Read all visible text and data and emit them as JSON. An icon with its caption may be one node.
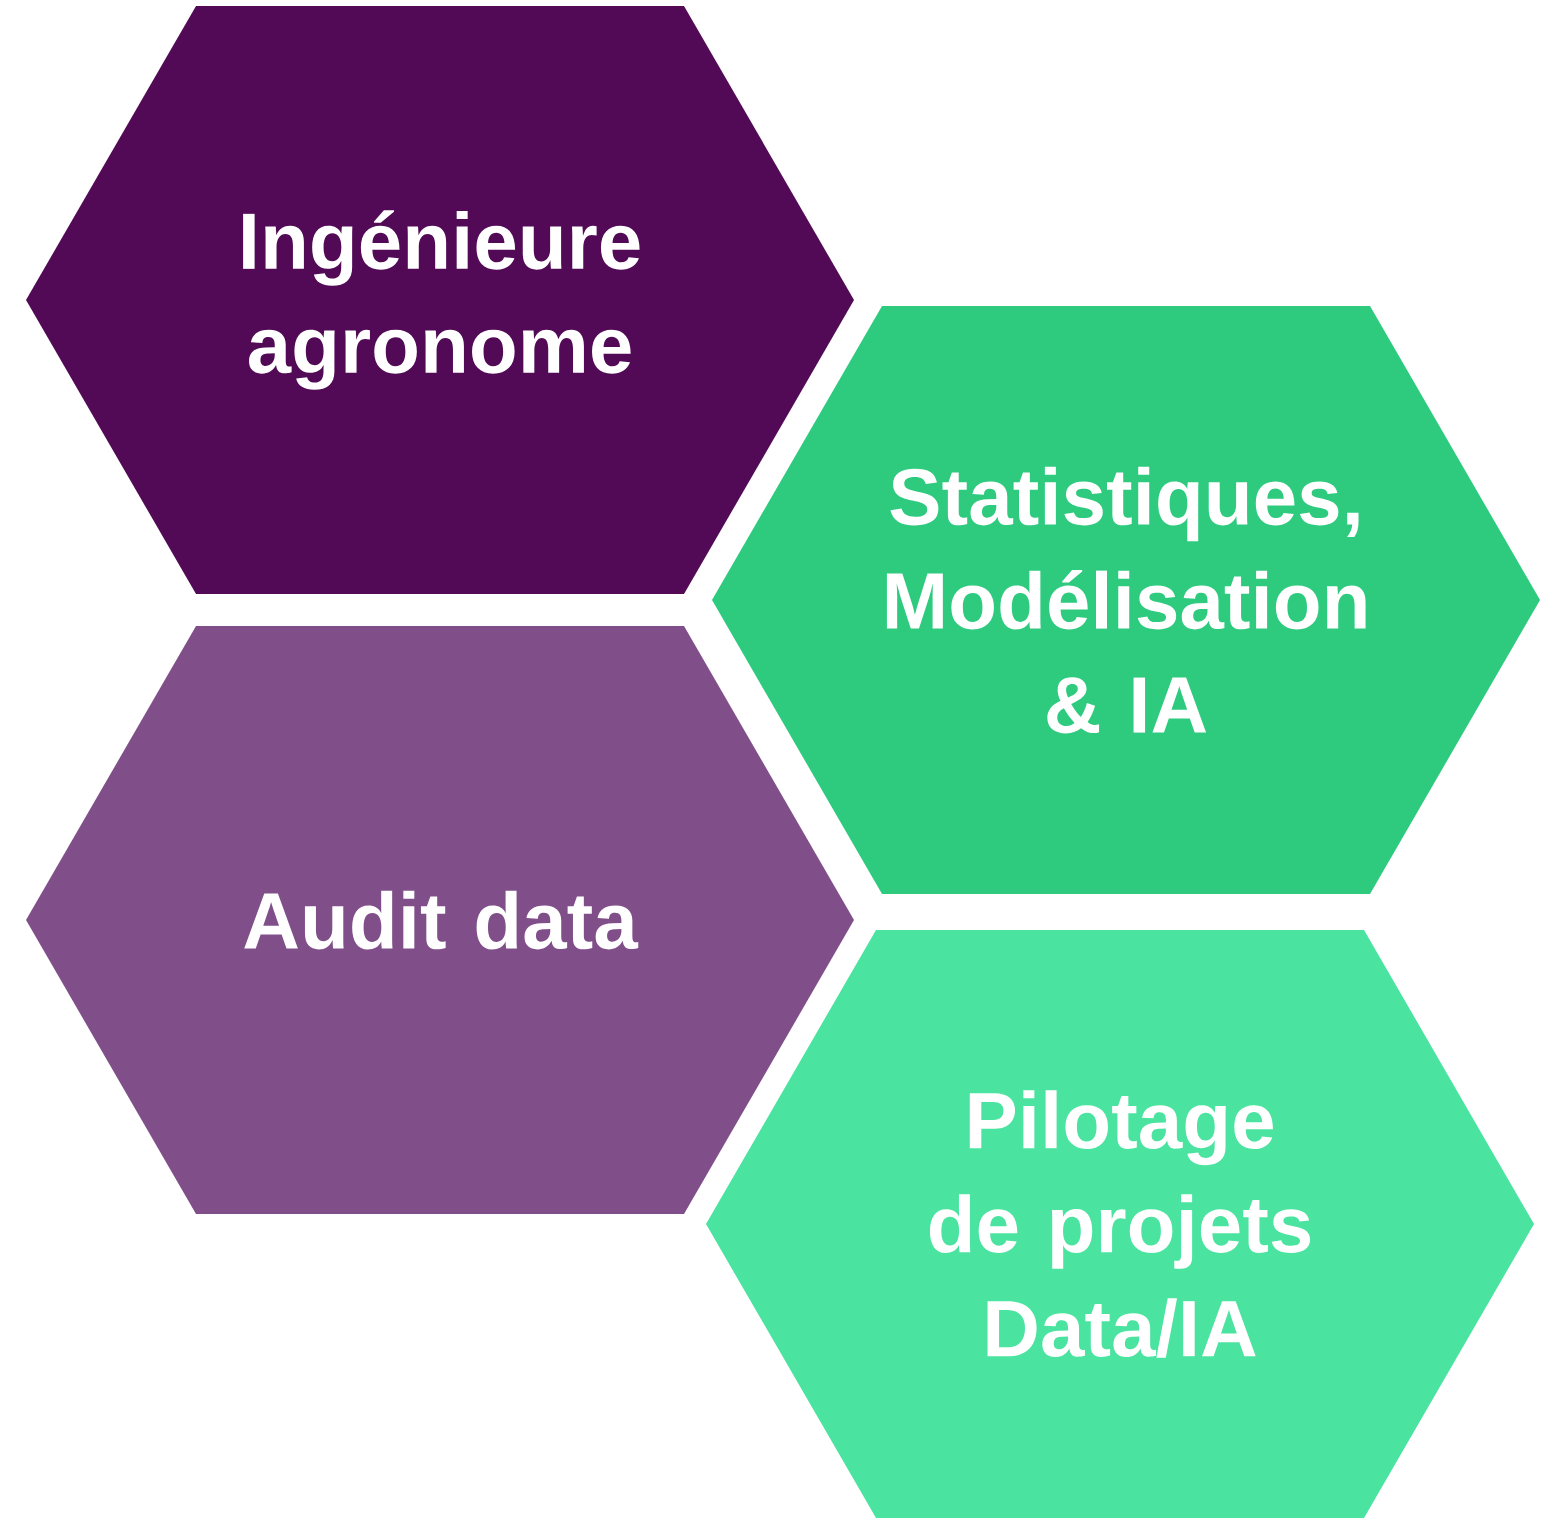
{
  "diagram": {
    "nodes": [
      {
        "text": [
          "Ingénieure agronome"
        ]
      },
      {
        "text": [
          "Statistiques, Modélisation & IA"
        ]
      },
      {
        "text": [
          "Audit data"
        ]
      },
      {
        "text": [
          "Pilotage de projets Data/IA"
        ]
      }
    ]
  }
}
